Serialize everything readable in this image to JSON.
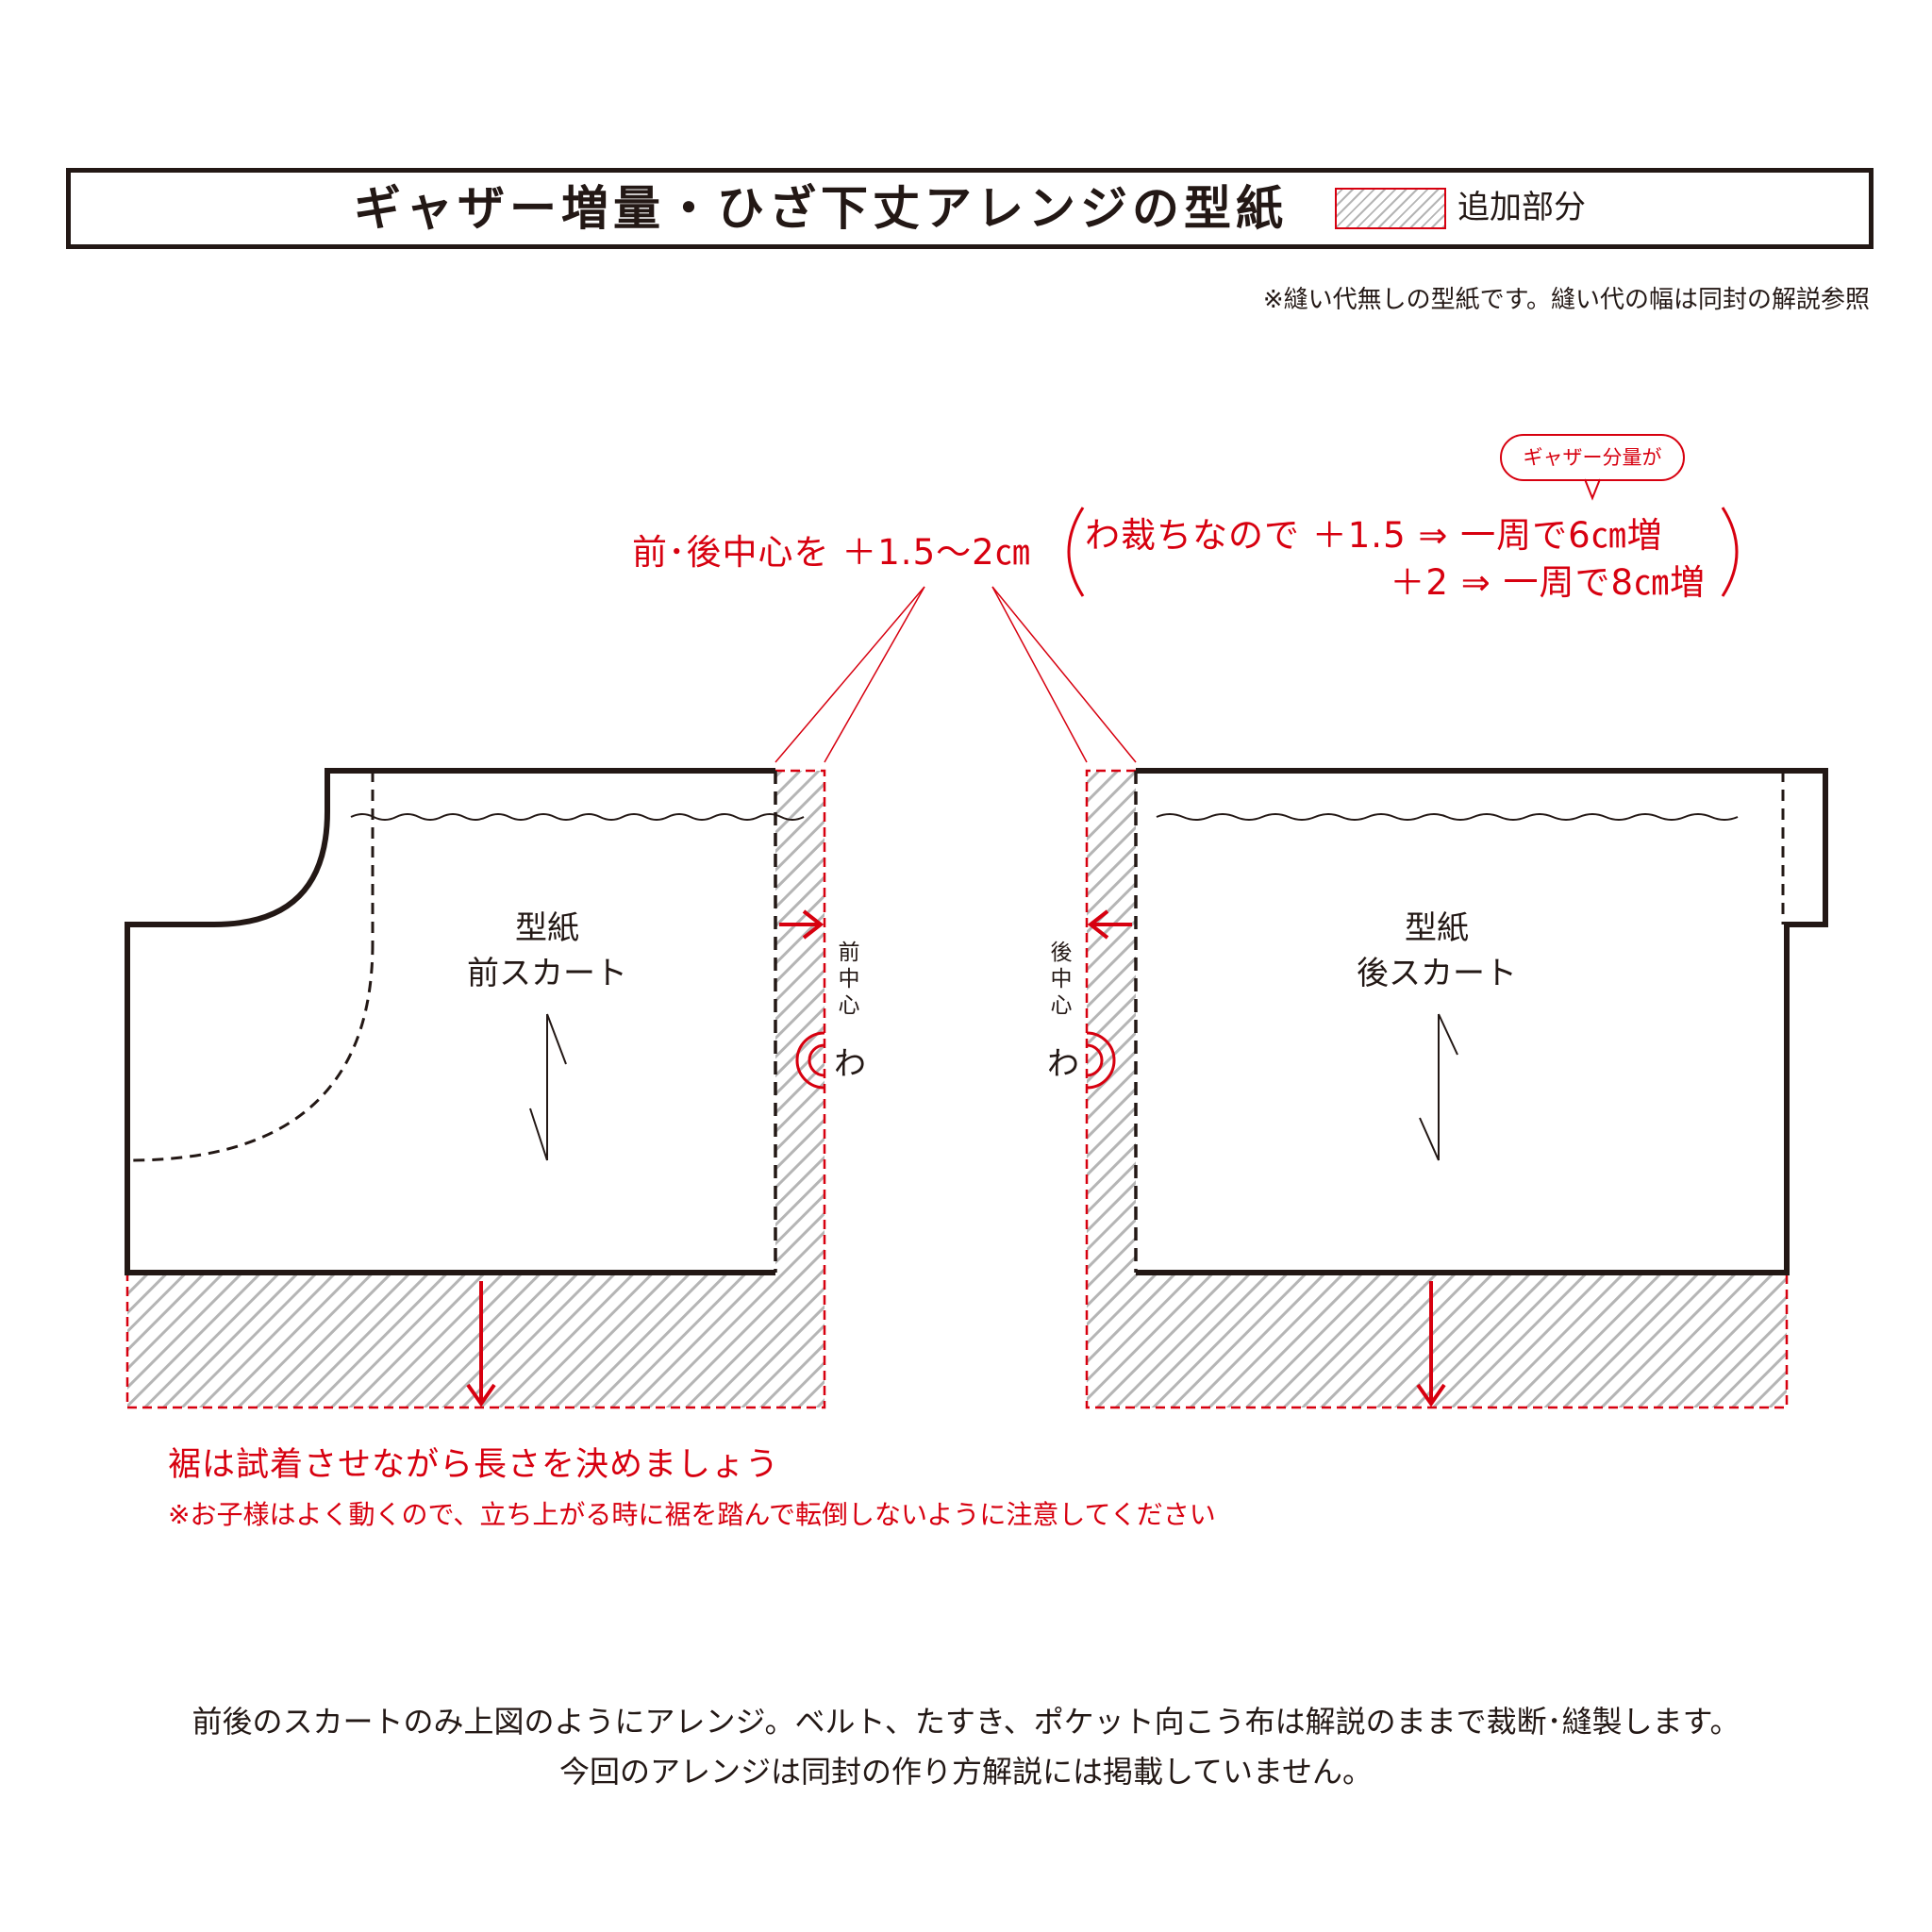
{
  "header": {
    "title": "ギャザー増量・ひざ下丈アレンジの型紙",
    "legend_label": "追加部分",
    "note": "※縫い代無しの型紙です。縫い代の幅は同封の解説参照"
  },
  "annotations": {
    "center_add": "前･後中心を ＋1.5～2㎝",
    "bubble": "ギャザー分量が",
    "calc_line1": "わ裁ちなので ＋1.5 ⇒ 一周で6㎝増",
    "calc_line2": "＋2 ⇒ 一周で8㎝増"
  },
  "front_piece": {
    "label_line1": "型紙",
    "label_line2": "前スカート",
    "center_label": "前中心",
    "fold_mark": "わ"
  },
  "back_piece": {
    "label_line1": "型紙",
    "label_line2": "後スカート",
    "center_label": "後中心",
    "fold_mark": "わ"
  },
  "hem_notes": {
    "line1": "裾は試着させながら長さを決めましょう",
    "line2": "※お子様はよく動くので、立ち上がる時に裾を踏んで転倒しないように注意してください"
  },
  "footer": {
    "line1": "前後のスカートのみ上図のようにアレンジ。ベルト、たすき、ポケット向こう布は解説のままで裁断･縫製します。",
    "line2": "今回のアレンジは同封の作り方解説には掲載していません。"
  },
  "colors": {
    "ink": "#231815",
    "accent_red": "#d7000f",
    "hatch_gray": "#b5b5b5"
  }
}
